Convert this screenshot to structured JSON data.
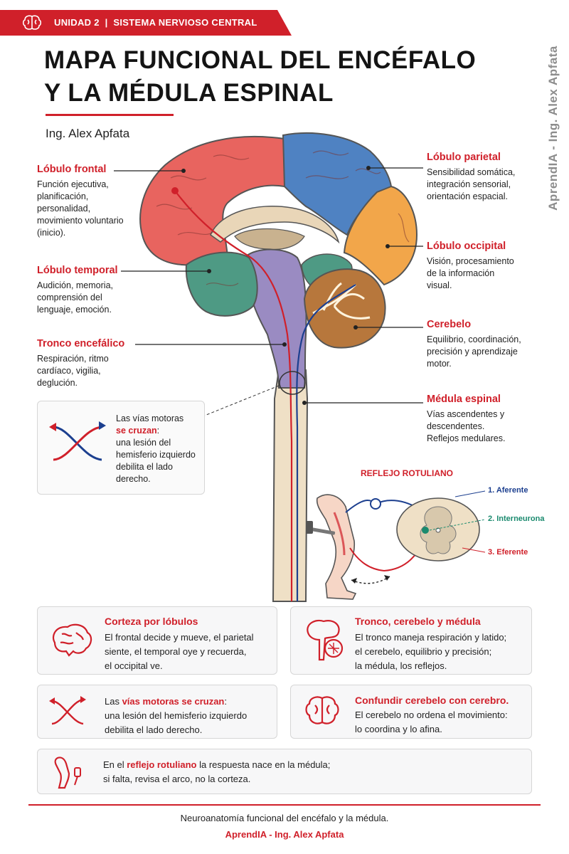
{
  "header": {
    "unit": "UNIDAD 2",
    "separator": "|",
    "section": "SISTEMA NERVIOSO CENTRAL",
    "accent_color": "#d0202a"
  },
  "watermark": "AprendIA - Ing. Alex Apfata",
  "title": {
    "line1": "MAPA FUNCIONAL DEL ENCÉFALO",
    "line2": "Y LA MÉDULA ESPINAL"
  },
  "author": "Ing. Alex Apfata",
  "regions": {
    "frontal": {
      "name": "Lóbulo frontal",
      "desc": [
        "Función ejecutiva,",
        "planificación,",
        "personalidad,",
        "movimiento voluntario",
        "(inicio)."
      ],
      "color": "#e8645f"
    },
    "temporal": {
      "name": "Lóbulo temporal",
      "desc": [
        "Audición, memoria,",
        "comprensión del",
        "lenguaje, emoción."
      ],
      "color": "#4e9a84"
    },
    "tronco": {
      "name": "Tronco encefálico",
      "desc": [
        "Respiración, ritmo",
        "cardíaco, vigilia,",
        "deglución."
      ],
      "color": "#9a8bc2"
    },
    "parietal": {
      "name": "Lóbulo parietal",
      "desc": [
        "Sensibilidad somática,",
        "integración sensorial,",
        "orientación espacial."
      ],
      "color": "#4f82c2"
    },
    "occipital": {
      "name": "Lóbulo occipital",
      "desc": [
        "Visión, procesamiento",
        "de la información",
        "visual."
      ],
      "color": "#f2a64a"
    },
    "cerebelo": {
      "name": "Cerebelo",
      "desc": [
        "Equilibrio, coordinación,",
        "precisión y aprendizaje",
        "motor."
      ],
      "color": "#b7773c"
    },
    "medula": {
      "name": "Médula espinal",
      "desc": [
        "Vías ascendentes y",
        "descendentes.",
        "Reflejos medulares."
      ],
      "color": "#efe0c6"
    }
  },
  "crossing": {
    "line1": "Las vías motoras",
    "highlight": "se cruzan",
    "colon": ":",
    "rest": [
      "una lesión del",
      "hemisferio izquierdo",
      "debilita el lado",
      "derecho."
    ]
  },
  "reflex": {
    "title": "REFLEJO ROTULIANO",
    "afferent": "1. Aferente",
    "interneuron": "2. Interneurona",
    "efferent": "3. Eferente",
    "afferent_color": "#1c3f8f",
    "interneuron_color": "#1a8a6e",
    "efferent_color": "#d0202a"
  },
  "cards": {
    "cortex": {
      "title": "Corteza por lóbulos",
      "lines": [
        "El frontal decide y mueve, el parietal",
        "siente, el temporal oye y recuerda,",
        "el occipital ve."
      ]
    },
    "trunk": {
      "title": "Tronco, cerebelo y médula",
      "lines": [
        "El tronco maneja respiración y latido;",
        "el cerebelo, equilibrio y precisión;",
        "la médula, los reflejos."
      ]
    },
    "cross": {
      "pre": "Las ",
      "highlight": "vías motoras se cruzan",
      "post": ":",
      "lines": [
        "una lesión del hemisferio izquierdo",
        "debilita el lado derecho."
      ]
    },
    "confuse": {
      "title": "Confundir cerebelo con cerebro.",
      "lines": [
        "El cerebelo no ordena el movimiento:",
        "lo coordina y lo afina."
      ]
    },
    "reflex": {
      "pre": "En el ",
      "highlight": "reflejo rotuliano",
      "post": " la respuesta nace en la médula;",
      "line2": "si falta, revisa el arco, no la corteza."
    }
  },
  "footer": {
    "line1": "Neuroanatomía funcional del encéfalo y la médula.",
    "line2": "AprendIA - Ing. Alex Apfata"
  }
}
